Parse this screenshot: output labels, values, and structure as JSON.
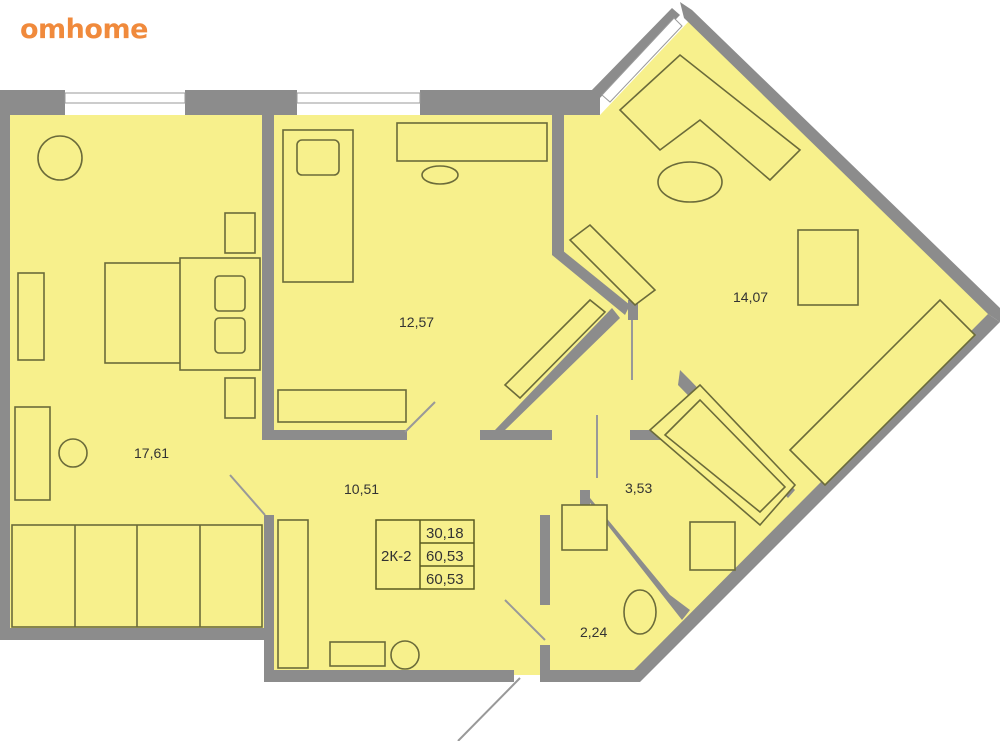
{
  "brand": {
    "logo": "omhome",
    "color": "#f08a3c"
  },
  "colors": {
    "floor": "#f7f08c",
    "wall": "#8c8c8c",
    "furniture_stroke": "#6b6b3a"
  },
  "rooms": [
    {
      "id": "bedroom",
      "area": "17,61"
    },
    {
      "id": "room",
      "area": "12,57"
    },
    {
      "id": "hall",
      "area": "10,51"
    },
    {
      "id": "kitchen-living",
      "area": "14,07"
    },
    {
      "id": "bathroom",
      "area": "3,53"
    },
    {
      "id": "toilet",
      "area": "2,24"
    }
  ],
  "info": {
    "type": "2К-2",
    "living_area": "30,18",
    "total_area": "60,53",
    "total_area_2": "60,53"
  }
}
